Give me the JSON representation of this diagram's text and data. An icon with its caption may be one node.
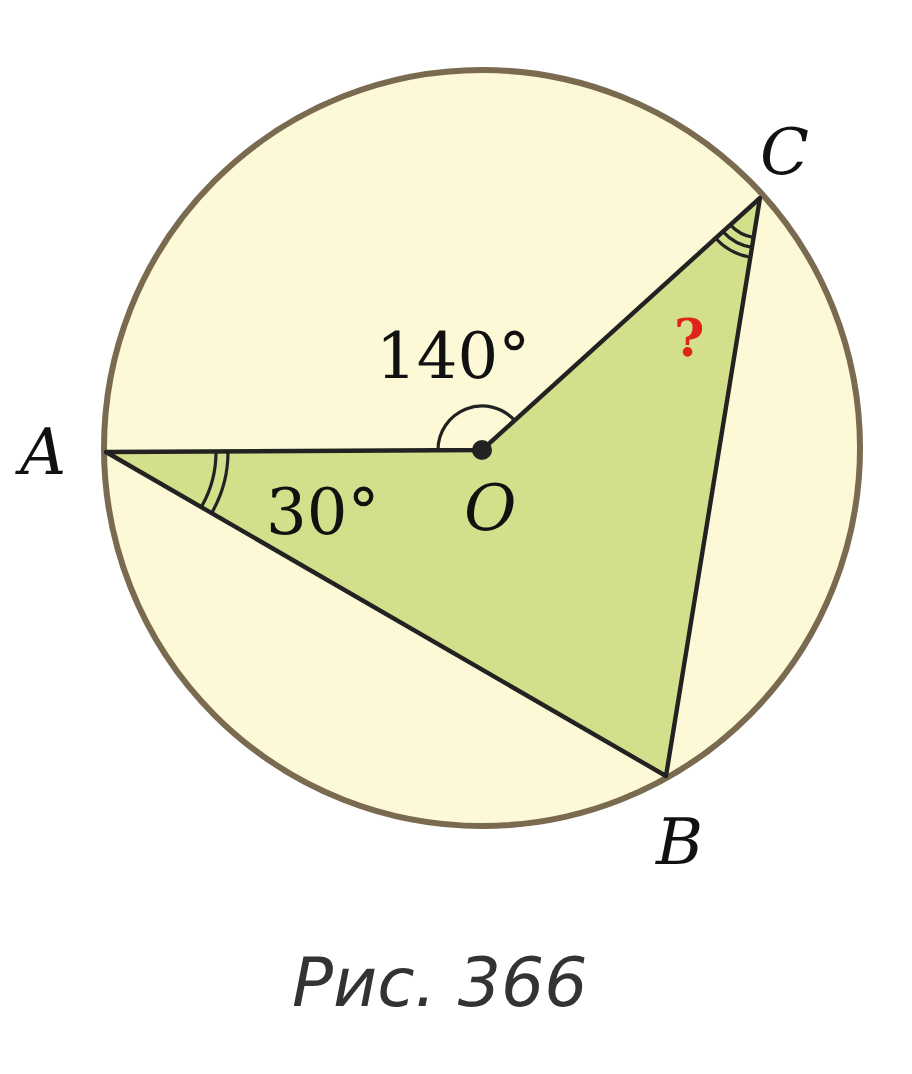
{
  "diagram": {
    "caption": "Рис. 366",
    "labels": [
      "C",
      "140°",
      "?",
      "A",
      "O",
      "30°",
      "B"
    ]
  }
}
